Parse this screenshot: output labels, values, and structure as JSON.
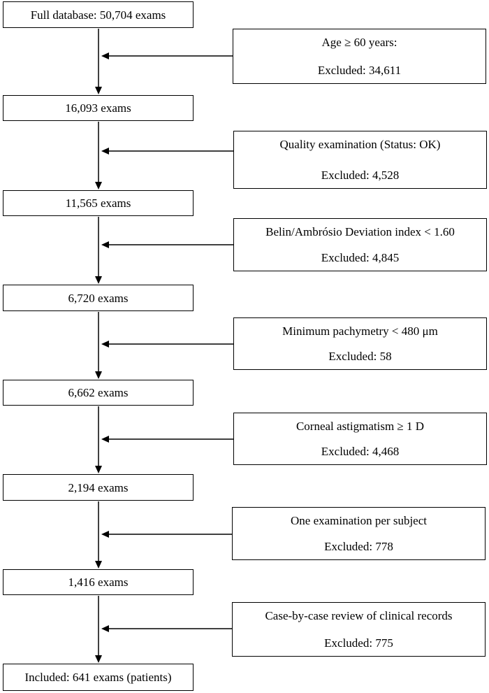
{
  "steps": [
    {
      "label": "Full database: 50,704 exams"
    },
    {
      "label": "16,093 exams"
    },
    {
      "label": "11,565 exams"
    },
    {
      "label": "6,720 exams"
    },
    {
      "label": "6,662 exams"
    },
    {
      "label": "2,194 exams"
    },
    {
      "label": "1,416 exams"
    },
    {
      "label": "Included: 641 exams (patients)"
    }
  ],
  "exclusions": [
    {
      "criterion": "Age ≥ 60 years:",
      "excluded": "Excluded: 34,611"
    },
    {
      "criterion": "Quality examination (Status: OK)",
      "excluded": "Excluded: 4,528"
    },
    {
      "criterion": "Belin/Ambrósio Deviation index < 1.60",
      "excluded": "Excluded: 4,845"
    },
    {
      "criterion": "Minimum pachymetry < 480 μm",
      "excluded": "Excluded: 58"
    },
    {
      "criterion": "Corneal astigmatism ≥ 1 D",
      "excluded": "Excluded: 4,468"
    },
    {
      "criterion": "One examination per subject",
      "excluded": "Excluded: 778"
    },
    {
      "criterion": "Case-by-case review of clinical records",
      "excluded": "Excluded: 775"
    }
  ]
}
